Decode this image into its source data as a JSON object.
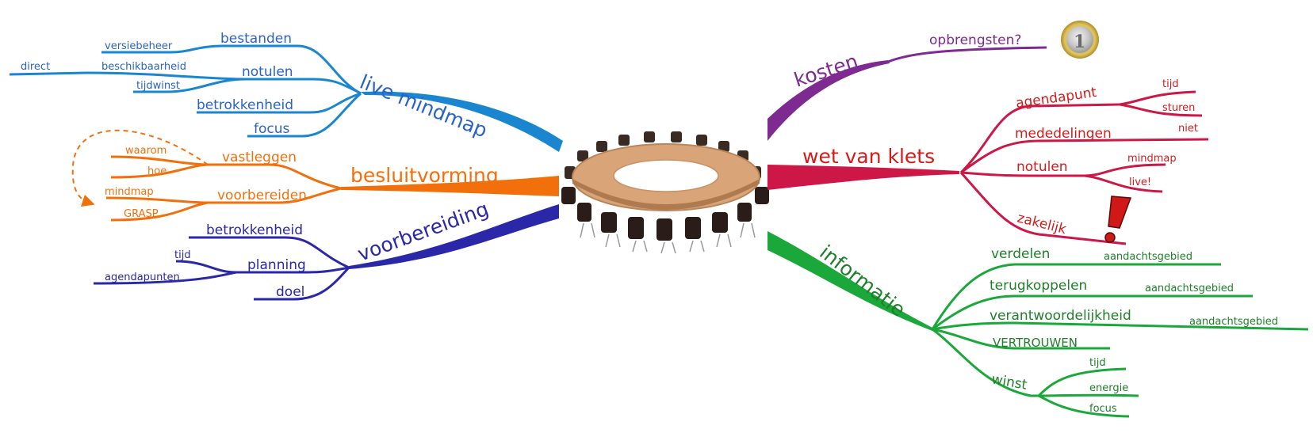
{
  "colors": {
    "blue": "#1a86d0",
    "blue_text": "#2a63c6",
    "orange": "#f2700c",
    "navy": "#2a27a8",
    "purple": "#7d2a91",
    "red": "#cc1747",
    "red_text": "#d21c1c",
    "green": "#1aa83a",
    "green_text": "#1f7f2a"
  },
  "branches": {
    "live_mindmap": {
      "label": "live mindmap",
      "bestanden": "bestanden",
      "versiebeheer": "versiebeheer",
      "notulen": "notulen",
      "beschikbaarheid": "beschikbaarheid",
      "direct": "direct",
      "tijdwinst": "tijdwinst",
      "betrokkenheid": "betrokkenheid",
      "focus": "focus"
    },
    "besluitvorming": {
      "label": "besluitvorming",
      "vastleggen": "vastleggen",
      "waarom": "waarom",
      "hoe": "hoe",
      "voorbereiden": "voorbereiden",
      "mindmap": "mindmap",
      "grasp": "GRASP"
    },
    "voorbereiding": {
      "label": "voorbereiding",
      "betrokkenheid": "betrokkenheid",
      "planning": "planning",
      "tijd": "tijd",
      "agendapunten": "agendapunten",
      "doel": "doel"
    },
    "kosten": {
      "label": "kosten",
      "opbrengsten": "opbrengsten?"
    },
    "wet_van_klets": {
      "label": "wet van klets",
      "agendapunt": "agendapunt",
      "tijd": "tijd",
      "sturen": "sturen",
      "mededelingen": "mededelingen",
      "niet": "niet",
      "notulen": "notulen",
      "mindmap": "mindmap",
      "live": "live!",
      "zakelijk": "zakelijk"
    },
    "informatie": {
      "label": "informatie",
      "verdelen": "verdelen",
      "verdelen_sub": "aandachtsgebied",
      "terugkoppelen": "terugkoppelen",
      "terugkoppelen_sub": "aandachtsgebied",
      "verantwoordelijkheid": "verantwoordelijkheid",
      "verantwoordelijkheid_sub": "aandachtsgebied",
      "vertrouwen": "VERTROUWEN",
      "winst": "winst",
      "tijd": "tijd",
      "energie": "energie",
      "focus": "focus"
    }
  },
  "icons": {
    "center": "conference-table-image",
    "coin": "euro-coin-icon",
    "exclamation": "exclamation-icon"
  }
}
